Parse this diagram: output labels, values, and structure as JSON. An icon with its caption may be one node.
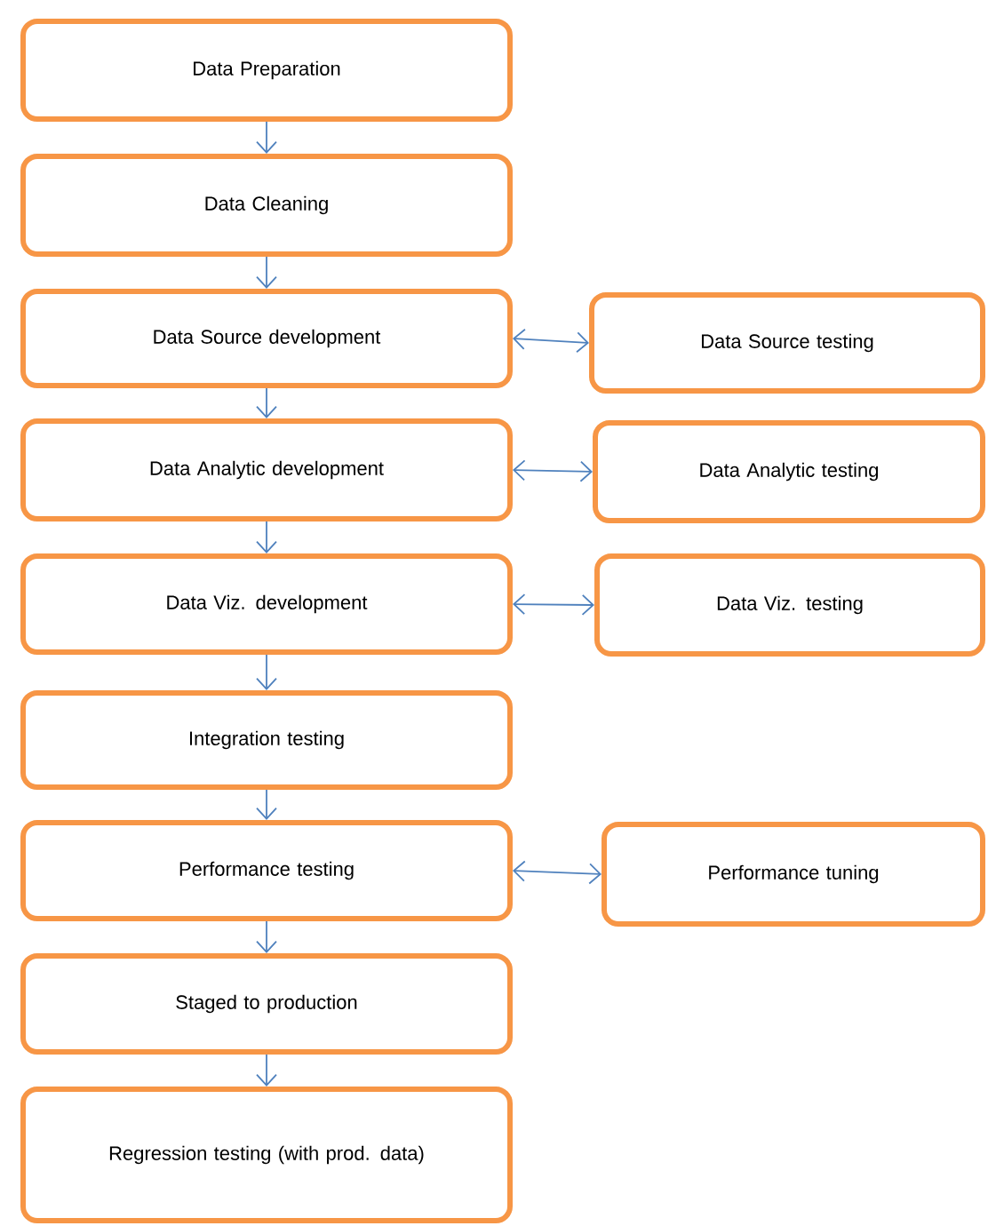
{
  "diagram": {
    "nodes": [
      {
        "text": [
          "Data Preparation"
        ]
      },
      {
        "text": [
          "Data Cleaning"
        ]
      },
      {
        "text": [
          "Data Source development"
        ]
      },
      {
        "text": [
          "Data Source testing"
        ]
      },
      {
        "text": [
          "Data Analytic development"
        ]
      },
      {
        "text": [
          "Data Analytic testing"
        ]
      },
      {
        "text": [
          "Data Viz. development"
        ]
      },
      {
        "text": [
          "Data Viz. testing"
        ]
      },
      {
        "text": [
          "Integration testing"
        ]
      },
      {
        "text": [
          "Performance testing"
        ]
      },
      {
        "text": [
          "Performance tuning"
        ]
      },
      {
        "text": [
          "Staged to production"
        ]
      },
      {
        "text": [
          "Regression testing (with prod. data)"
        ]
      }
    ],
    "edges": [
      {
        "from": 0,
        "to": 1,
        "arrow": "to"
      },
      {
        "from": 1,
        "to": 2,
        "arrow": "to"
      },
      {
        "from": 2,
        "to": 3,
        "arrow": "both"
      },
      {
        "from": 2,
        "to": 4,
        "arrow": "to"
      },
      {
        "from": 4,
        "to": 5,
        "arrow": "both"
      },
      {
        "from": 4,
        "to": 6,
        "arrow": "to"
      },
      {
        "from": 6,
        "to": 7,
        "arrow": "both"
      },
      {
        "from": 6,
        "to": 8,
        "arrow": "to"
      },
      {
        "from": 8,
        "to": 9,
        "arrow": "to"
      },
      {
        "from": 9,
        "to": 10,
        "arrow": "both"
      },
      {
        "from": 9,
        "to": 11,
        "arrow": "to"
      },
      {
        "from": 11,
        "to": 12,
        "arrow": "to"
      }
    ]
  }
}
